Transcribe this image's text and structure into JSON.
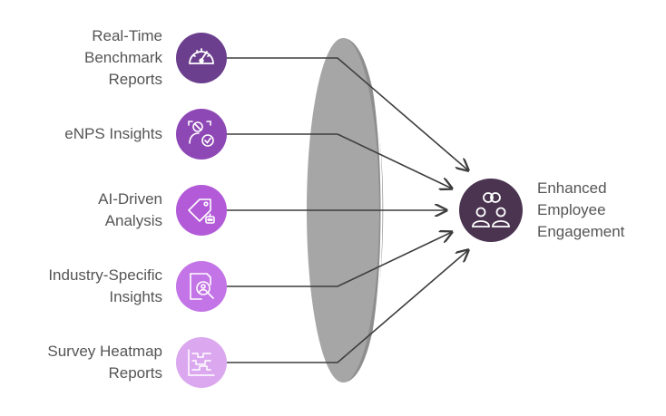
{
  "inputs": [
    {
      "lines": [
        "Real-Time",
        "Benchmark",
        "Reports"
      ],
      "icon": "speedometer-icon",
      "color": "#6c3f8e"
    },
    {
      "lines": [
        "eNPS Insights"
      ],
      "icon": "user-check-icon",
      "color": "#8e48b5"
    },
    {
      "lines": [
        "AI-Driven",
        "Analysis"
      ],
      "icon": "ai-tag-icon",
      "color": "#b35ad8"
    },
    {
      "lines": [
        "Industry-Specific",
        "Insights"
      ],
      "icon": "document-search-icon",
      "color": "#c374e6"
    },
    {
      "lines": [
        "Survey Heatmap",
        "Reports"
      ],
      "icon": "heatmap-icon",
      "color": "#dba8ef"
    }
  ],
  "output": {
    "lines": [
      "Enhanced",
      "Employee",
      "Engagement"
    ],
    "icon": "team-engagement-icon",
    "color": "#4a3450"
  },
  "colors": {
    "lens": "#a6a6a6",
    "lens_rim": "#8e8e8e",
    "lens_highlight": "#ffffff",
    "line": "#3d3d3d",
    "text": "#555555"
  }
}
